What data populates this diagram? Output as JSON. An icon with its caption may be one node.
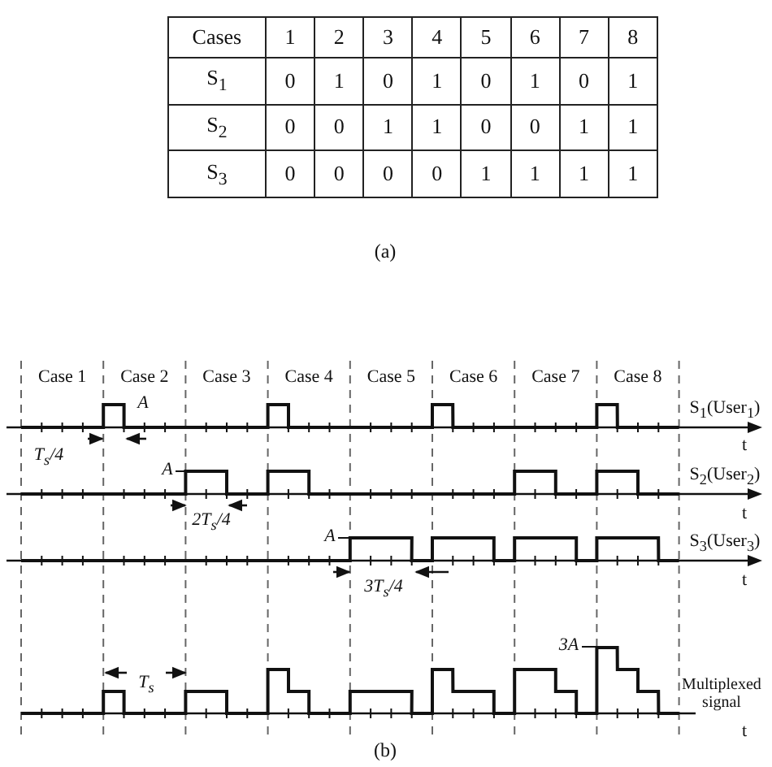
{
  "diagram": {
    "labels": [
      "Cases",
      "1",
      "2",
      "3",
      "4",
      "5",
      "6",
      "7",
      "8",
      "S$_{1}$",
      "0",
      "1",
      "0",
      "1",
      "0",
      "1",
      "0",
      "1",
      "S$_{2}$",
      "0",
      "0",
      "1",
      "1",
      "0",
      "0",
      "1",
      "1",
      "S$_{3}$",
      "0",
      "0",
      "0",
      "0",
      "1",
      "1",
      "1",
      "1",
      "(a)",
      "Case 1",
      "Case 2",
      "Case 3",
      "Case 4",
      "Case 5",
      "Case 6",
      "Case 7",
      "Case 8",
      "A",
      "T$_{s}$/4",
      "A",
      "2T$_{s}$/4",
      "A",
      "3T$_{s}$/4",
      "S$_{1}$(User$_{1}$)",
      "t",
      "S$_{2}$(User$_{2}$)",
      "t",
      "S$_{3}$(User$_{3}$)",
      "t",
      "T$_{s}$",
      "3A",
      "Multiplexed signal",
      "t",
      "(b)"
    ]
  }
}
